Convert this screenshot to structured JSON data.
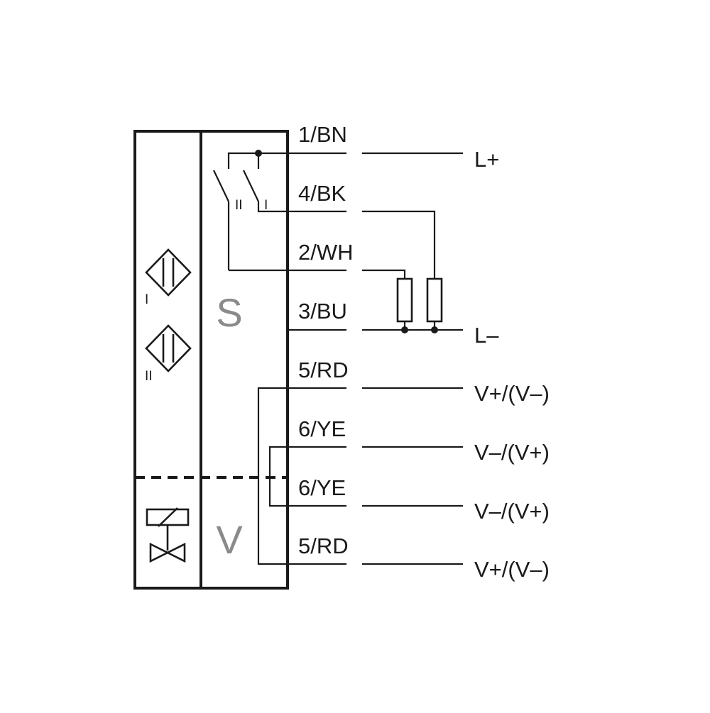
{
  "module_letters": {
    "switch_module": "S",
    "valve_module": "V"
  },
  "sensor_labels": {
    "sensor_1": "I",
    "sensor_2": "II"
  },
  "switch_labels": {
    "contact_2": "II",
    "contact_1": "I"
  },
  "pins": [
    {
      "label": "1/BN",
      "signal": "L+"
    },
    {
      "label": "4/BK",
      "signal": ""
    },
    {
      "label": "2/WH",
      "signal": ""
    },
    {
      "label": "3/BU",
      "signal": "L–"
    },
    {
      "label": "5/RD",
      "signal": "V+/(V–)"
    },
    {
      "label": "6/YE",
      "signal": "V–/(V+)"
    },
    {
      "label": "6/YE",
      "signal": "V–/(V+)"
    },
    {
      "label": "5/RD",
      "signal": "V+/(V–)"
    }
  ],
  "icons": {
    "sensor_1": "inductive-sensor-icon",
    "sensor_2": "inductive-sensor-icon",
    "valve": "solenoid-valve-icon",
    "load_1": "load-resistor-icon",
    "load_2": "load-resistor-icon"
  }
}
